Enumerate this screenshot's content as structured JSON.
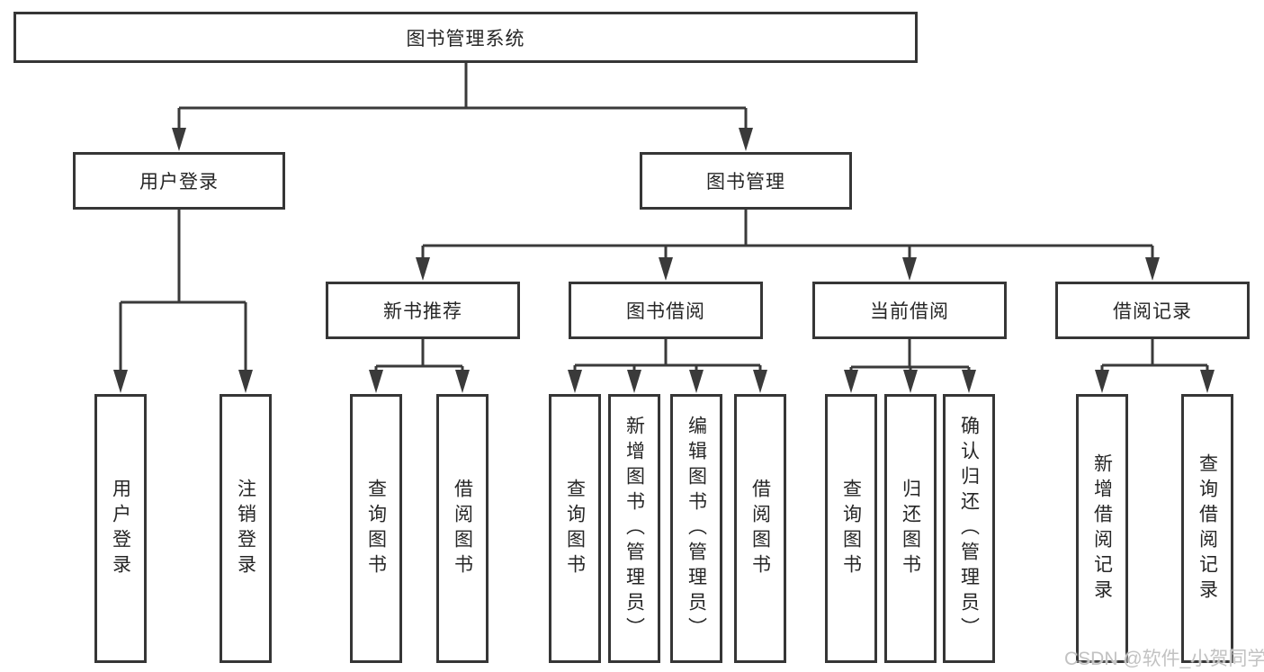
{
  "tree": {
    "root": "图书管理系统",
    "level2": [
      "用户登录",
      "图书管理"
    ],
    "level3": [
      "新书推荐",
      "图书借阅",
      "当前借阅",
      "借阅记录"
    ],
    "leaves": {
      "user_login": [
        "用户登录",
        "注销登录"
      ],
      "new_books": [
        "查询图书",
        "借阅图书"
      ],
      "book_borrow": [
        "查询图书",
        "新增图书（管理员）",
        "编辑图书（管理员）",
        "借阅图书"
      ],
      "current_borrow": [
        "查询图书",
        "归还图书",
        "确认归还（管理员）"
      ],
      "borrow_records": [
        "新增借阅记录",
        "查询借阅记录"
      ]
    }
  },
  "watermark": {
    "text": "CSDN @软件_小贺同学",
    "color": "#c2c2c2"
  },
  "colors": {
    "line": "#3a3a3a",
    "box_border": "#363636",
    "text": "#262626",
    "background": "#ffffff"
  }
}
